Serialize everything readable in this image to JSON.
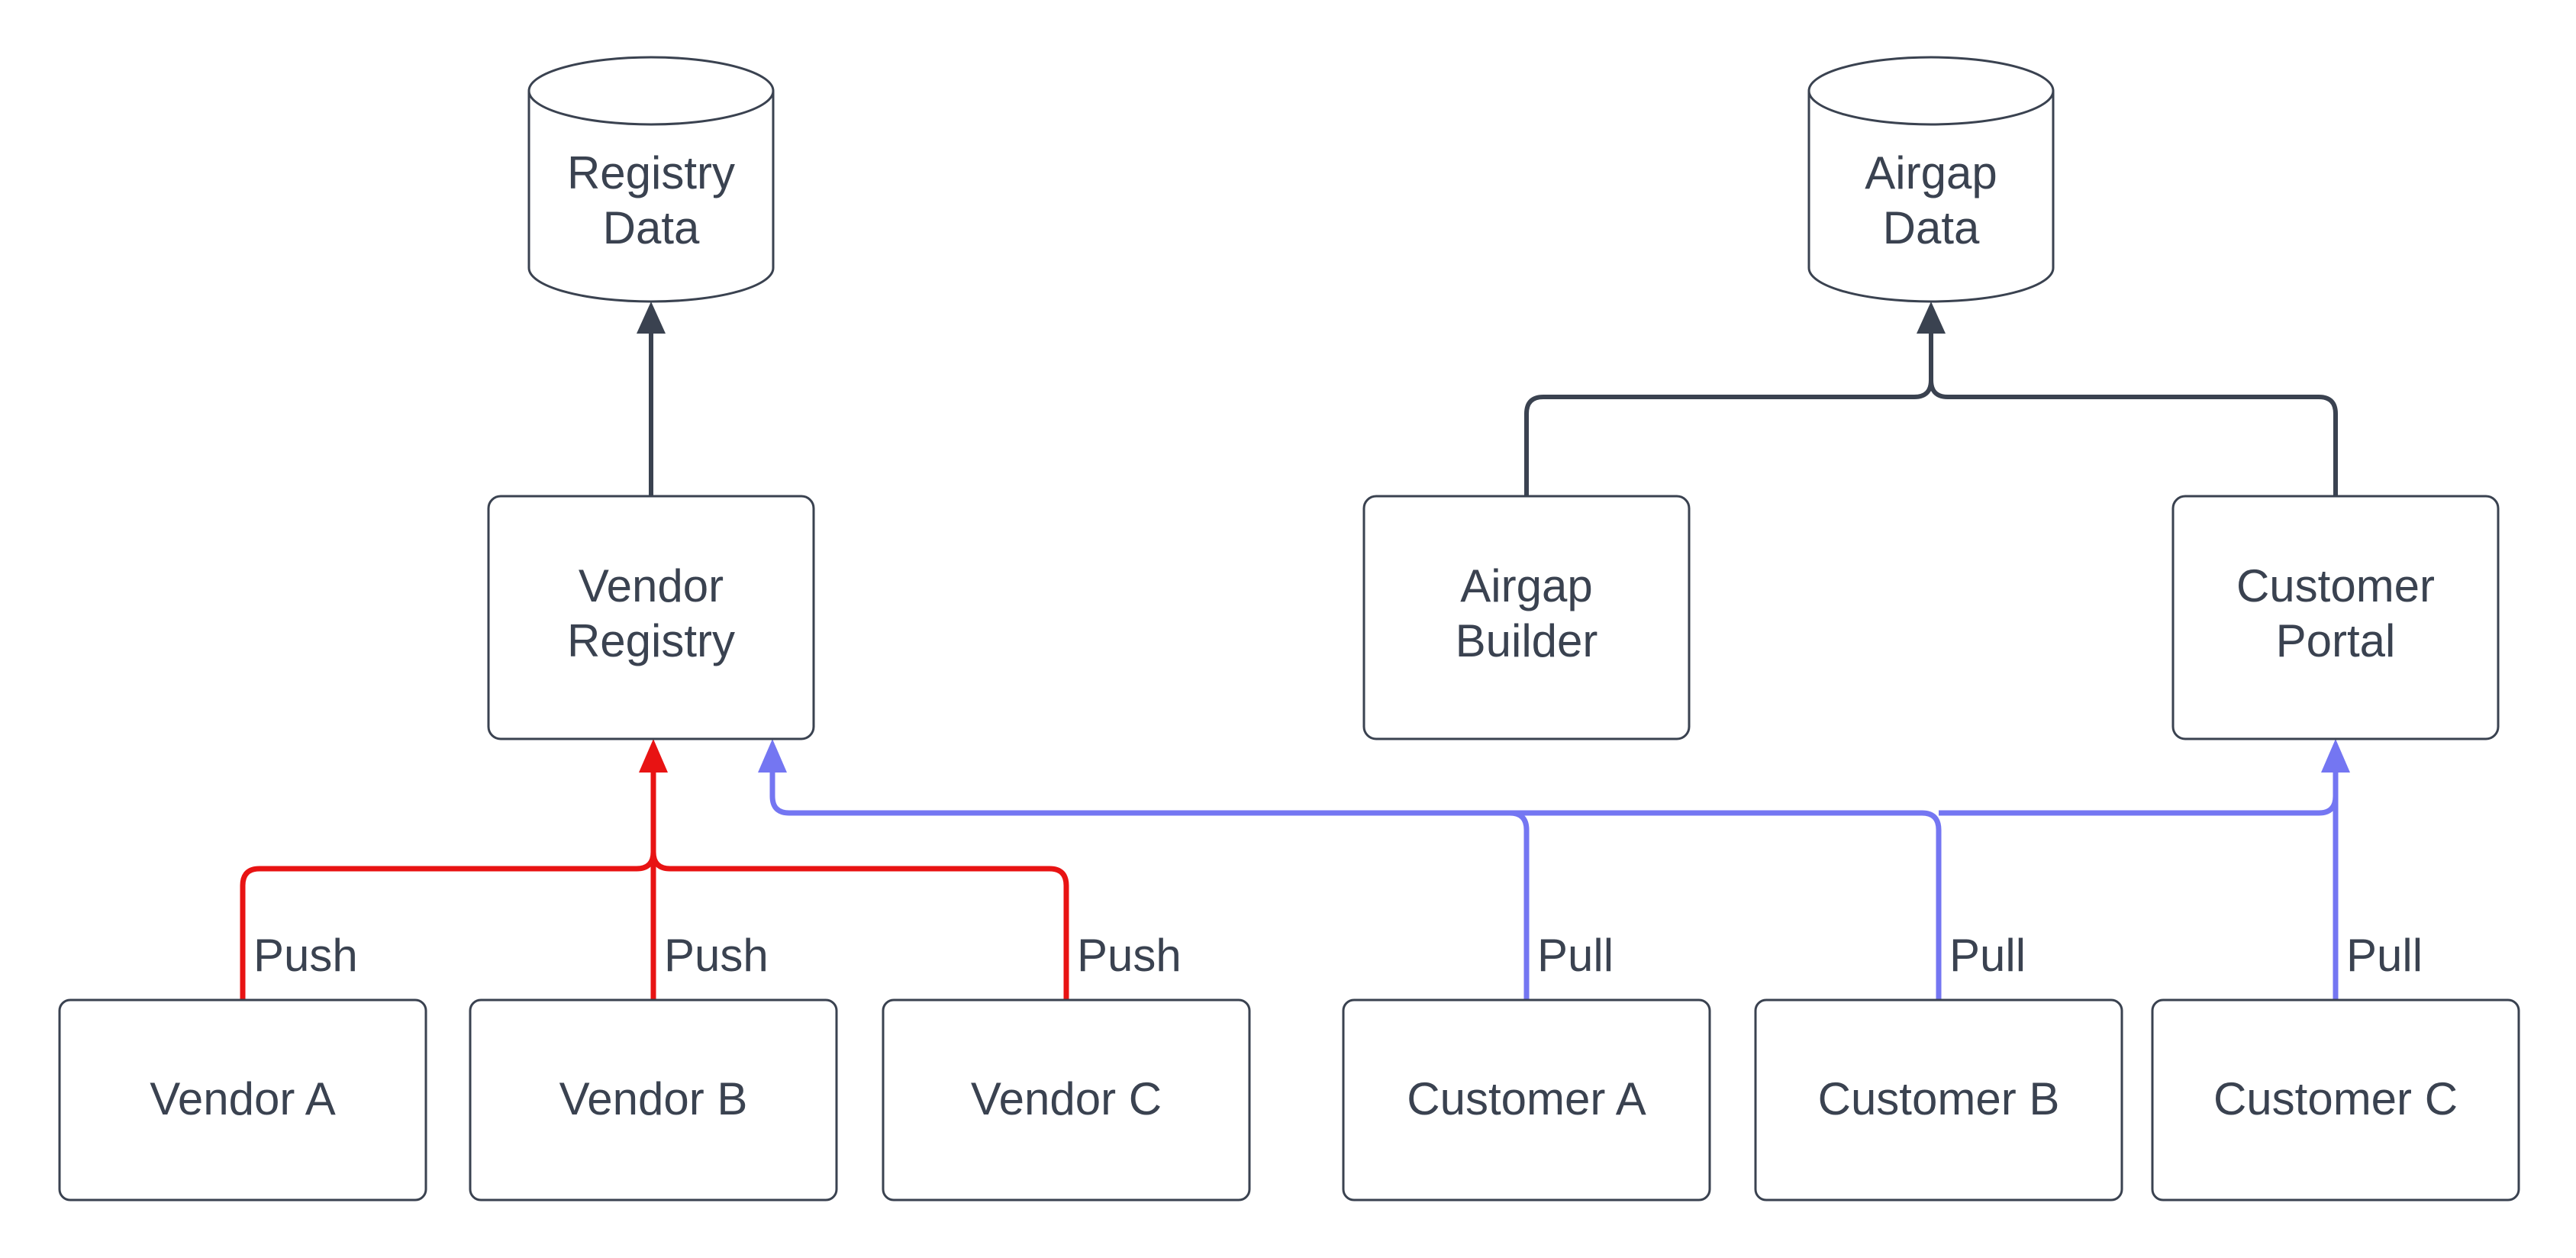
{
  "diagram": {
    "colors": {
      "background": "#ffffff",
      "node_stroke": "#3a4250",
      "text": "#3a4250",
      "push_edge": "#e81313",
      "pull_edge": "#7476f2",
      "storage_edge": "#3a4250"
    },
    "nodes": {
      "registry_data": {
        "type": "database-cylinder",
        "line1": "Registry",
        "line2": "Data"
      },
      "airgap_data": {
        "type": "database-cylinder",
        "line1": "Airgap",
        "line2": "Data"
      },
      "vendor_registry": {
        "type": "process-box",
        "line1": "Vendor",
        "line2": "Registry"
      },
      "airgap_builder": {
        "type": "process-box",
        "line1": "Airgap",
        "line2": "Builder"
      },
      "customer_portal": {
        "type": "process-box",
        "line1": "Customer",
        "line2": "Portal"
      },
      "vendor_a": {
        "type": "process-box",
        "label": "Vendor A"
      },
      "vendor_b": {
        "type": "process-box",
        "label": "Vendor B"
      },
      "vendor_c": {
        "type": "process-box",
        "label": "Vendor C"
      },
      "customer_a": {
        "type": "process-box",
        "label": "Customer A"
      },
      "customer_b": {
        "type": "process-box",
        "label": "Customer B"
      },
      "customer_c": {
        "type": "process-box",
        "label": "Customer C"
      }
    },
    "edge_labels": {
      "push_a": "Push",
      "push_b": "Push",
      "push_c": "Push",
      "pull_a": "Pull",
      "pull_b": "Pull",
      "pull_c": "Pull"
    }
  }
}
